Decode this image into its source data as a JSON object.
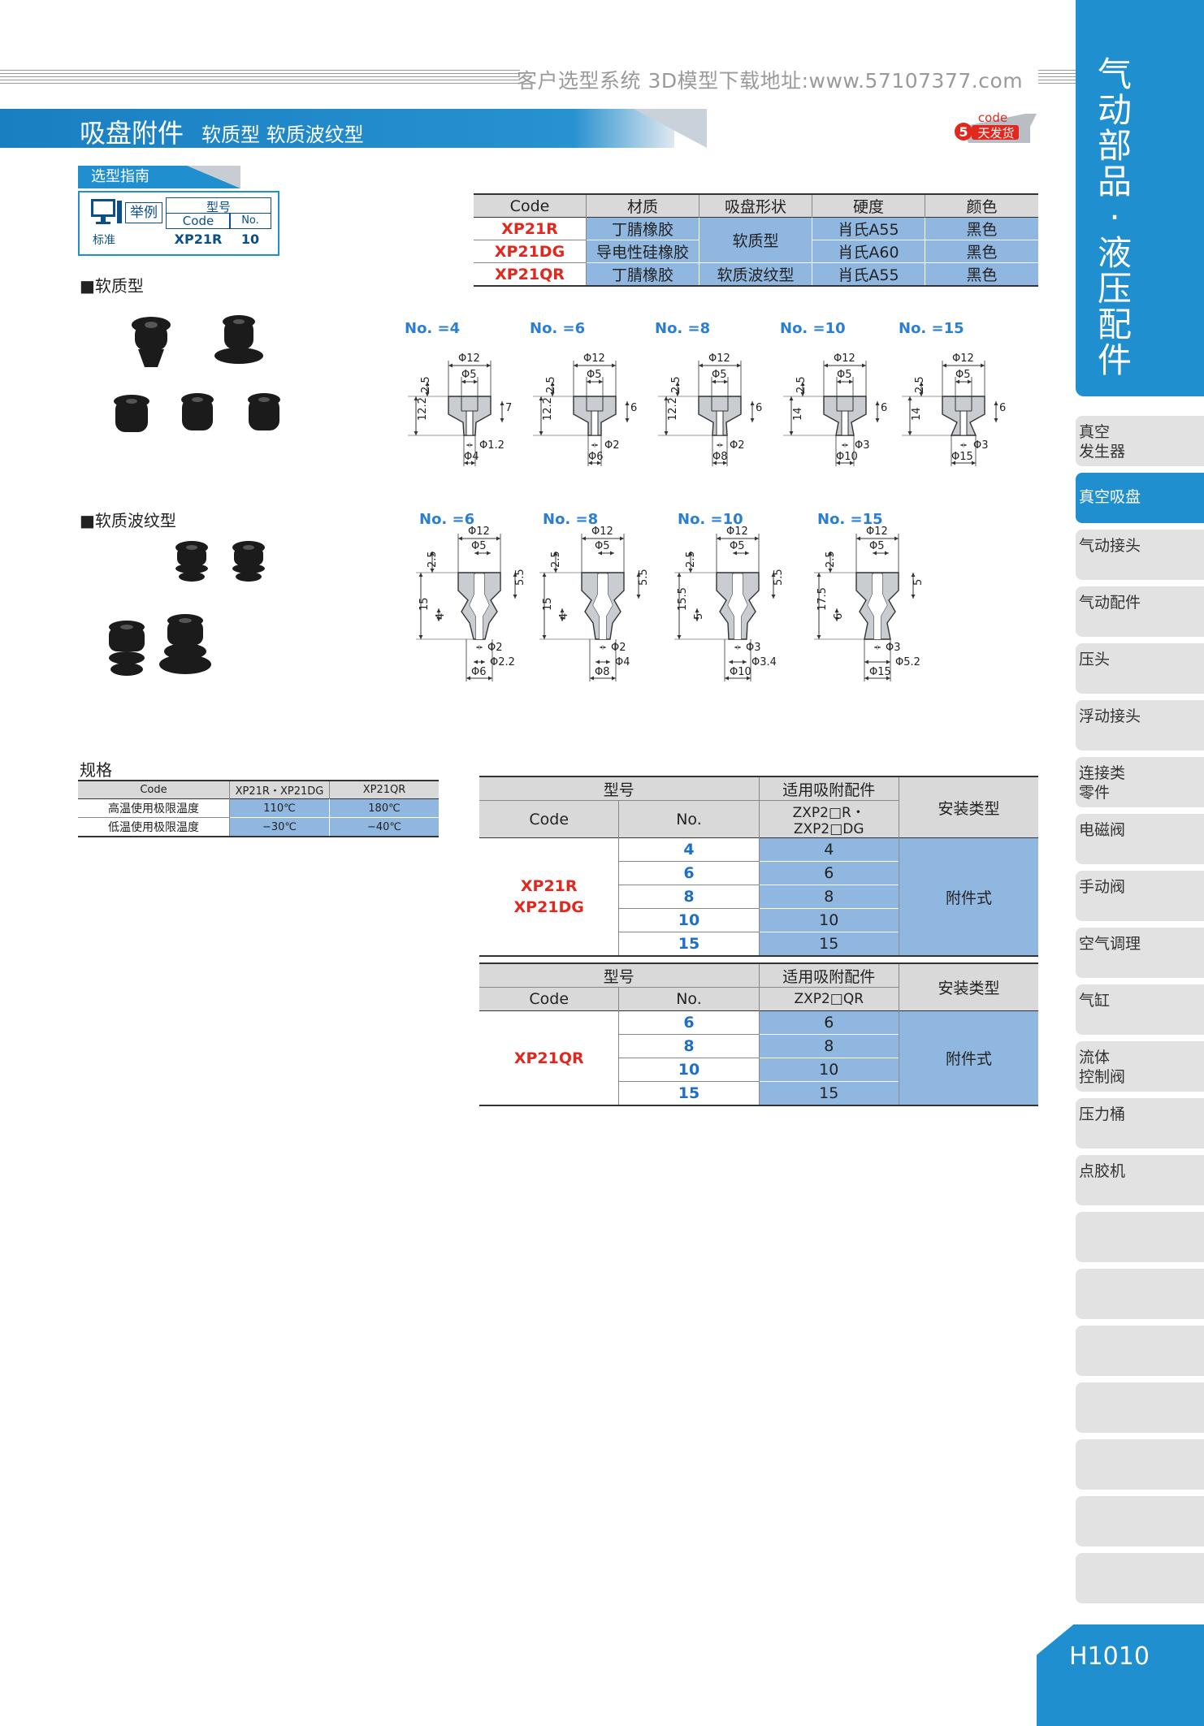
{
  "header": {
    "site_text": "客户选型系统  3D模型下载地址:www.57107377.com",
    "title": "吸盘附件",
    "subtitle": "软质型  软质波纹型",
    "badge_code": "code",
    "badge_num": "5",
    "badge_text": "天发货"
  },
  "side": {
    "title": "气\n动\n部\n品\n·\n液\n压\n配\n件",
    "items": [
      {
        "label": "真空\n发生器"
      },
      {
        "label": "真空吸盘"
      },
      {
        "label": "气动接头"
      },
      {
        "label": "气动配件"
      },
      {
        "label": "压头"
      },
      {
        "label": "浮动接头"
      },
      {
        "label": "连接类\n零件"
      },
      {
        "label": "电磁阀"
      },
      {
        "label": "手动阀"
      },
      {
        "label": "空气调理"
      },
      {
        "label": "气缸"
      },
      {
        "label": "流体\n控制阀"
      },
      {
        "label": "压力桶"
      },
      {
        "label": "点胶机"
      }
    ],
    "page_number": "H1010"
  },
  "guide": {
    "head": "选型指南",
    "example": "举例",
    "type_label": "型号",
    "code_label": "Code",
    "no_label": "No.",
    "standard": "标准",
    "code_value": "XP21R",
    "no_value": "10"
  },
  "material_table": {
    "headers": [
      "Code",
      "材质",
      "吸盘形状",
      "硬度",
      "颜色"
    ],
    "rows": [
      {
        "code": "XP21R",
        "material": "丁腈橡胶",
        "shape": "软质型",
        "hardness": "肖氏A55",
        "color": "黑色"
      },
      {
        "code": "XP21DG",
        "material": "导电性硅橡胶",
        "shape": "",
        "hardness": "肖氏A60",
        "color": "黑色"
      },
      {
        "code": "XP21QR",
        "material": "丁腈橡胶",
        "shape": "软质波纹型",
        "hardness": "肖氏A55",
        "color": "黑色"
      }
    ]
  },
  "soft": {
    "label": "■软质型",
    "drawings": [
      {
        "no": "No. =4",
        "d_top": "Φ12",
        "d_in": "Φ5",
        "h_total": "12.2",
        "h_top": "2.5",
        "h_lip": "7",
        "d_hole": "Φ1.2",
        "d_bottom": "Φ4"
      },
      {
        "no": "No. =6",
        "d_top": "Φ12",
        "d_in": "Φ5",
        "h_total": "12.2",
        "h_top": "2.5",
        "h_lip": "6",
        "d_hole": "Φ2",
        "d_bottom": "Φ6"
      },
      {
        "no": "No. =8",
        "d_top": "Φ12",
        "d_in": "Φ5",
        "h_total": "12.2",
        "h_top": "2.5",
        "h_lip": "6",
        "d_hole": "Φ2",
        "d_bottom": "Φ8"
      },
      {
        "no": "No. =10",
        "d_top": "Φ12",
        "d_in": "Φ5",
        "h_total": "14",
        "h_top": "2.5",
        "h_lip": "6",
        "d_hole": "Φ3",
        "d_bottom": "Φ10"
      },
      {
        "no": "No. =15",
        "d_top": "Φ12",
        "d_in": "Φ5",
        "h_total": "14",
        "h_top": "2.5",
        "h_lip": "6",
        "d_hole": "Φ3",
        "d_bottom": "Φ15"
      }
    ]
  },
  "bellows": {
    "label": "■软质波纹型",
    "drawings": [
      {
        "no": "No. =6",
        "d_top": "Φ12",
        "d_in": "Φ5",
        "h_total": "15",
        "h_top": "2.5",
        "h_lip": "5.5",
        "h_low": "4",
        "d_hole": "Φ2",
        "d_hole2": "Φ2.2",
        "d_bottom": "Φ6"
      },
      {
        "no": "No. =8",
        "d_top": "Φ12",
        "d_in": "Φ5",
        "h_total": "15",
        "h_top": "2.5",
        "h_lip": "5.5",
        "h_low": "4",
        "d_hole": "Φ2",
        "d_hole2": "Φ4",
        "d_bottom": "Φ8"
      },
      {
        "no": "No. =10",
        "d_top": "Φ12",
        "d_in": "Φ5",
        "h_total": "15.5",
        "h_top": "2.5",
        "h_lip": "5.5",
        "h_low": "5",
        "d_hole": "Φ3",
        "d_hole2": "Φ3.4",
        "d_bottom": "Φ10"
      },
      {
        "no": "No. =15",
        "d_top": "Φ12",
        "d_in": "Φ5",
        "h_total": "17.5",
        "h_top": "2.5",
        "h_lip": "5",
        "h_low": "6",
        "d_hole": "Φ3",
        "d_hole2": "Φ5.2",
        "d_bottom": "Φ15"
      }
    ]
  },
  "spec": {
    "label": "规格",
    "headers": [
      "Code",
      "XP21R・XP21DG",
      "XP21QR"
    ],
    "rows": [
      {
        "name": "高温使用极限温度",
        "a": "110℃",
        "b": "180℃"
      },
      {
        "name": "低温使用极限温度",
        "a": "−30℃",
        "b": "−40℃"
      }
    ]
  },
  "fit_table_1": {
    "h_model": "型号",
    "h_fit": "适用吸附配件",
    "h_mount": "安装类型",
    "h_code": "Code",
    "h_no": "No.",
    "h_fit_sub": "ZXP2□R・ZXP2□DG",
    "code_1": "XP21R",
    "code_2": "XP21DG",
    "mount": "附件式",
    "rows": [
      {
        "no": "4",
        "fit": "4"
      },
      {
        "no": "6",
        "fit": "6"
      },
      {
        "no": "8",
        "fit": "8"
      },
      {
        "no": "10",
        "fit": "10"
      },
      {
        "no": "15",
        "fit": "15"
      }
    ]
  },
  "fit_table_2": {
    "h_model": "型号",
    "h_fit": "适用吸附配件",
    "h_mount": "安装类型",
    "h_code": "Code",
    "h_no": "No.",
    "h_fit_sub": "ZXP2□QR",
    "code_1": "XP21QR",
    "mount": "附件式",
    "rows": [
      {
        "no": "6",
        "fit": "6"
      },
      {
        "no": "8",
        "fit": "8"
      },
      {
        "no": "10",
        "fit": "10"
      },
      {
        "no": "15",
        "fit": "15"
      }
    ]
  }
}
